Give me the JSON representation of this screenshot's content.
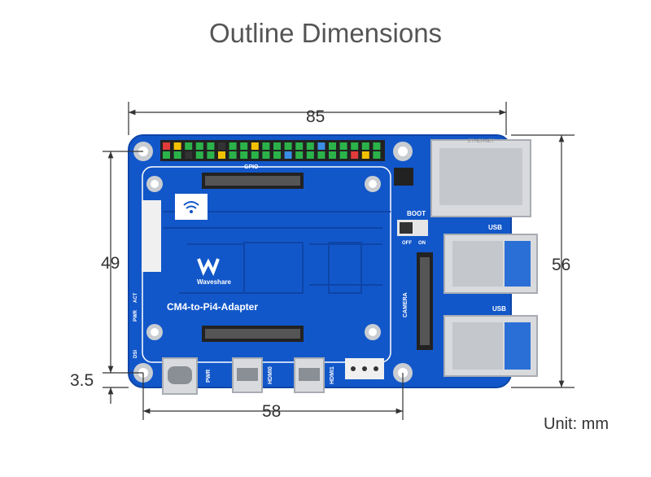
{
  "title": "Outline Dimensions",
  "unit_label": "Unit: mm",
  "dimensions": {
    "top_width": "85",
    "left_height": "49",
    "right_height": "56",
    "hole_offset": "3.5",
    "bottom_width": "58"
  },
  "board": {
    "name": "CM4-to-Pi4-Adapter",
    "brand": "Waveshare",
    "gpio_label": "GPIO",
    "boot_label": "BOOT",
    "boot_off": "OFF",
    "boot_on": "ON",
    "camera_label": "CAMERA",
    "usb_label_top": "USB",
    "usb_label_bottom": "USB",
    "ethernet_label": "ETHERNET",
    "pwr_label": "PWR",
    "hdmi0_label": "HDMI0",
    "hdmi1_label": "HDMI1",
    "led_pwr": "PWR",
    "led_act": "ACT",
    "dsi_label": "DSI"
  },
  "colors": {
    "pcb": "#1257c9",
    "pcb_dark": "#0d45a8",
    "silk": "#ffffff",
    "metal": "#c9cdd2",
    "usb_blue": "#2a6fd6",
    "dim_line": "#333333"
  }
}
